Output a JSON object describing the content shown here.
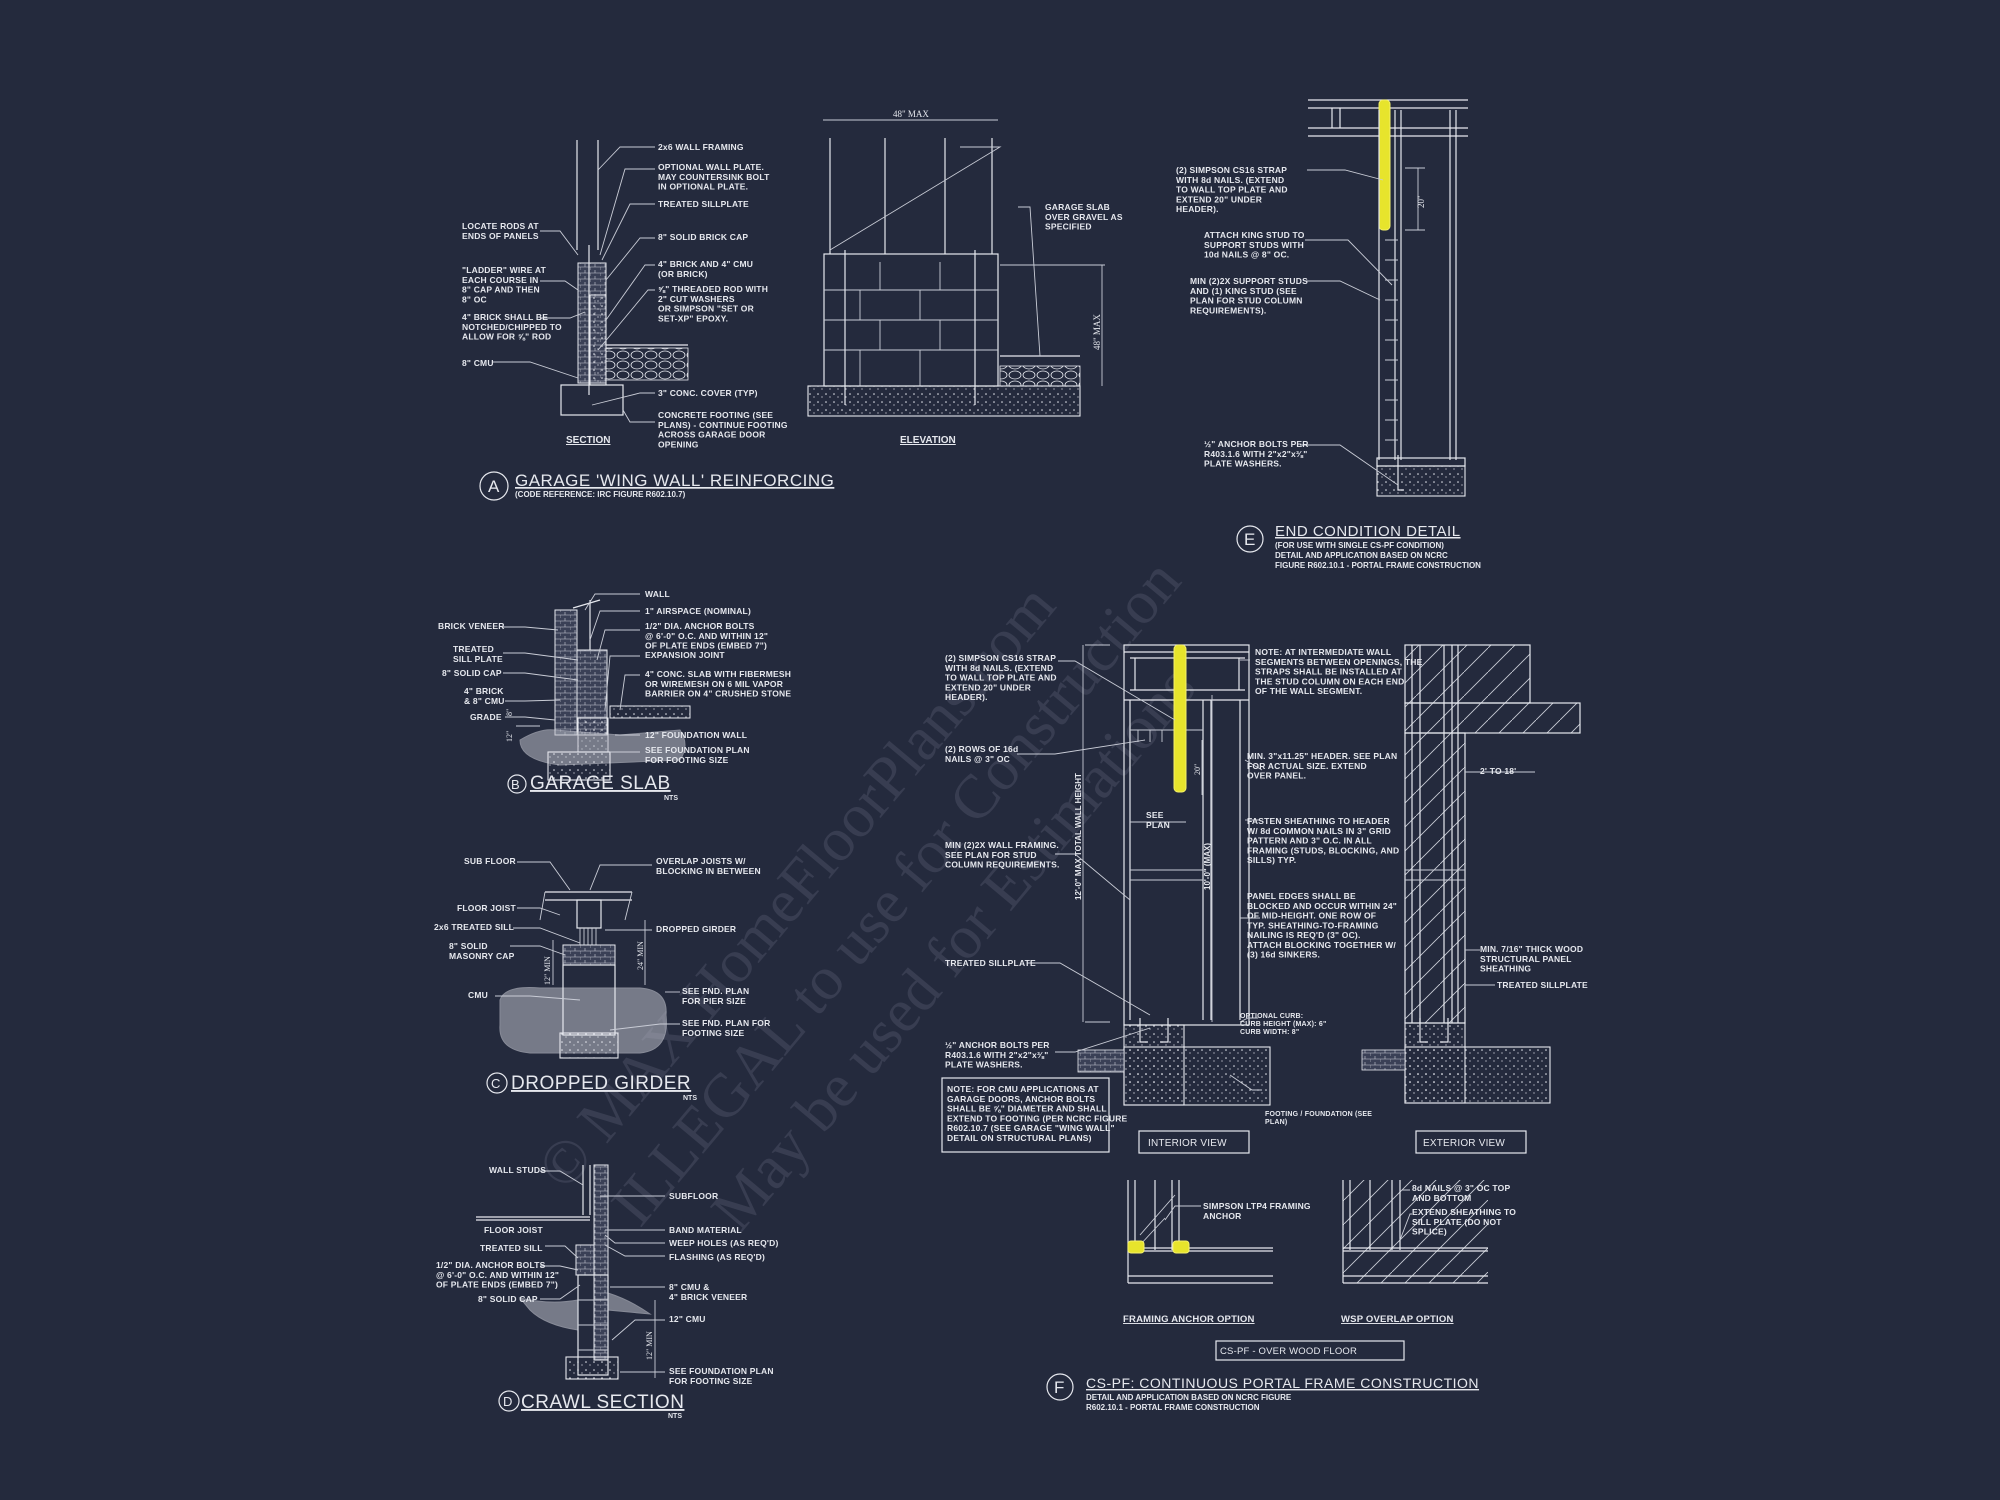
{
  "background_color": "#242a3d",
  "line_color": "#e6e8ee",
  "highlight_color": "#e7e42c",
  "watermark": {
    "line1": "© MAX HomeFloorPlans.com",
    "line2": "ILLEGAL to use for Construction",
    "line3": "May be used for Estimations"
  },
  "detail_a": {
    "marker": "A",
    "title": "GARAGE 'WING WALL' REINFORCING",
    "subtitle": "(CODE REFERENCE: IRC FIGURE R602.10.7)",
    "section_label": "SECTION",
    "elevation_label": "ELEVATION",
    "dim_top": "48\" MAX",
    "dim_side": "48\" MAX",
    "left_labels": [
      "LOCATE RODS AT|ENDS OF PANELS",
      "\"LADDER\" WIRE AT|EACH COURSE IN|8\" CAP AND THEN|8\" OC",
      "4\" BRICK SHALL BE|NOTCHED/CHIPPED TO|ALLOW FOR ⅝\" ROD",
      "8\" CMU"
    ],
    "center_labels": [
      "2x6 WALL FRAMING",
      "OPTIONAL WALL PLATE.|MAY COUNTERSINK BOLT|IN OPTIONAL PLATE.",
      "TREATED SILLPLATE",
      "8\" SOLID BRICK CAP",
      "4\" BRICK AND 4\" CMU|(OR BRICK)",
      "⅝\" THREADED ROD WITH|2\" CUT WASHERS|OR SIMPSON \"SET OR|SET-XP\" EPOXY.",
      "3\" CONC. COVER (TYP)",
      "CONCRETE FOOTING (SEE|PLANS) - CONTINUE FOOTING|ACROSS GARAGE DOOR|OPENING"
    ],
    "right_label": "GARAGE SLAB|OVER GRAVEL AS|SPECIFIED"
  },
  "detail_b": {
    "marker": "B",
    "title": "GARAGE SLAB",
    "scale": "NTS",
    "left_labels": [
      "BRICK VENEER",
      "TREATED|SILL PLATE",
      "8\" SOLID CAP",
      "4\" BRICK|& 8\" CMU",
      "GRADE"
    ],
    "right_labels": [
      "WALL",
      "1\" AIRSPACE (NOMINAL)",
      "1/2\" DIA. ANCHOR BOLTS|@ 6'-0\" O.C. AND WITHIN 12\"|OF PLATE ENDS (EMBED 7\")",
      "EXPANSION JOINT",
      "4\" CONC. SLAB WITH FIBERMESH|OR WIREMESH ON 6 MIL VAPOR|BARRIER ON 4\" CRUSHED STONE",
      "12\" FOUNDATION WALL",
      "SEE FOUNDATION PLAN|FOR FOOTING SIZE"
    ],
    "dims": [
      "8\"",
      "12\""
    ]
  },
  "detail_c": {
    "marker": "C",
    "title": "DROPPED GIRDER",
    "scale": "NTS",
    "left_labels": [
      "SUB FLOOR",
      "FLOOR JOIST",
      "2x6 TREATED SILL",
      "8\" SOLID|MASONRY CAP",
      "CMU"
    ],
    "right_labels": [
      "OVERLAP JOISTS W/|BLOCKING IN BETWEEN",
      "DROPPED GIRDER",
      "SEE FND. PLAN|FOR PIER SIZE",
      "SEE FND. PLAN FOR|FOOTING SIZE"
    ],
    "dims": [
      "12\" MIN",
      "24\" MIN"
    ]
  },
  "detail_d": {
    "marker": "D",
    "title": "CRAWL SECTION",
    "scale": "NTS",
    "left_labels": [
      "WALL STUDS",
      "FLOOR JOIST",
      "TREATED SILL",
      "1/2\" DIA. ANCHOR BOLTS|@ 6'-0\" O.C. AND WITHIN 12\"|OF PLATE ENDS (EMBED 7\")",
      "8\" SOLID CAP"
    ],
    "right_labels": [
      "SUBFLOOR",
      "BAND MATERIAL",
      "WEEP HOLES (AS REQ'D)",
      "FLASHING (AS REQ'D)",
      "8\" CMU &|4\" BRICK VENEER",
      "12\" CMU",
      "SEE FOUNDATION PLAN|FOR FOOTING SIZE"
    ],
    "dims": [
      "12\" MIN"
    ]
  },
  "detail_e": {
    "marker": "E",
    "title": "END CONDITION DETAIL",
    "subtitle_lines": [
      "(FOR USE WITH SINGLE CS-PF CONDITION)",
      "DETAIL AND APPLICATION BASED ON NCRC",
      "FIGURE R602.10.1 - PORTAL FRAME CONSTRUCTION"
    ],
    "labels": [
      "(2) SIMPSON CS16 STRAP|WITH 8d NAILS. (EXTEND|TO WALL TOP PLATE AND|EXTEND 20\" UNDER|HEADER).",
      "ATTACH KING STUD TO|SUPPORT STUDS WITH|10d NAILS @ 8\" OC.",
      "MIN (2)2X SUPPORT STUDS|AND (1) KING STUD (SEE|PLAN FOR STUD COLUMN|REQUIREMENTS).",
      "½\" ANCHOR BOLTS PER|R403.1.6 WITH 2\"x2\"x⅜\"|PLATE WASHERS."
    ],
    "dim": "20\""
  },
  "detail_f": {
    "marker": "F",
    "title": "CS-PF: CONTINUOUS PORTAL FRAME CONSTRUCTION",
    "subtitle_lines": [
      "DETAIL AND APPLICATION BASED ON NCRC FIGURE",
      "R602.10.1 - PORTAL FRAME CONSTRUCTION"
    ],
    "interior_view_label": "INTERIOR VIEW",
    "exterior_view_label": "EXTERIOR VIEW",
    "over_wood_floor_label": "CS-PF - OVER WOOD FLOOR",
    "framing_anchor_label": "FRAMING ANCHOR OPTION",
    "wsp_overlap_label": "WSP OVERLAP OPTION",
    "left_labels": [
      "(2) SIMPSON CS16 STRAP|WITH 8d NAILS. (EXTEND|TO WALL TOP PLATE AND|EXTEND 20\" UNDER|HEADER).",
      "(2) ROWS OF 16d|NAILS @ 3\" OC",
      "MIN (2)2X WALL FRAMING.|SEE PLAN FOR STUD|COLUMN REQUIREMENTS.",
      "TREATED SILLPLATE",
      "½\" ANCHOR BOLTS PER|R403.1.6 WITH 2\"x2\"x⅜\"|PLATE WASHERS."
    ],
    "note_box": "NOTE: FOR CMU APPLICATIONS AT|GARAGE DOORS, ANCHOR BOLTS|SHALL BE ⅝\" DIAMETER AND SHALL|EXTEND TO FOOTING (PER NCRC FIGURE|R602.10.7 (SEE GARAGE \"WING WALL\"|DETAIL ON STRUCTURAL PLANS)",
    "middle_labels": [
      "NOTE: AT INTERMEDIATE WALL|SEGMENTS BETWEEN OPENINGS, THE|STRAPS SHALL BE INSTALLED AT|THE STUD COLUMN ON EACH END|OF THE WALL SEGMENT.",
      "MIN. 3\"x11.25\" HEADER. SEE PLAN|FOR ACTUAL SIZE. EXTEND|OVER PANEL.",
      "FASTEN SHEATHING TO HEADER|W/ 8d COMMON NAILS IN 3\" GRID|PATTERN AND 3\" O.C. IN ALL|FRAMING (STUDS, BLOCKING, AND|SILLS) TYP.",
      "PANEL EDGES SHALL BE|BLOCKED AND OCCUR WITHIN 24\"|OF MID-HEIGHT. ONE ROW OF|TYP. SHEATHING-TO-FRAMING|NAILING IS REQ'D (3\" OC).|ATTACH BLOCKING TOGETHER W/|(3) 16d SINKERS.",
      "OPTIONAL CURB:|CURB HEIGHT (MAX): 6\"|CURB WIDTH: 8\"",
      "FOOTING / FOUNDATION (SEE|PLAN)"
    ],
    "right_labels": [
      "2' TO 18'",
      "MIN. 7/16\" THICK WOOD|STRUCTURAL PANEL|SHEATHING",
      "TREATED SILLPLATE"
    ],
    "anchor_labels": [
      "SIMPSON LTP4 FRAMING|ANCHOR",
      "8d NAILS @ 3\" OC TOP|AND BOTTOM",
      "EXTEND SHEATHING TO|SILL PLATE (DO NOT|SPLICE)"
    ],
    "dims": [
      "12'-0\" MAX TOTAL WALL HEIGHT",
      "10'-0\" (MAX)",
      "20\"",
      "SEE|PLAN"
    ]
  }
}
